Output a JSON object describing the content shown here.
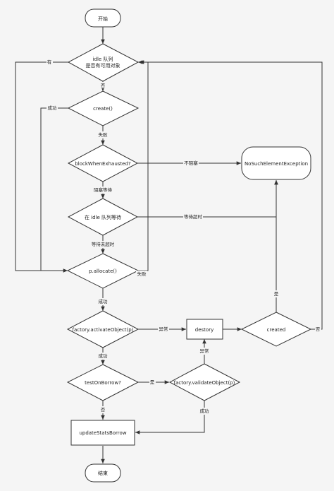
{
  "diagram": {
    "nodes": {
      "start": "开始",
      "idle_check_1": "idle 队列",
      "idle_check_2": "是否有可用对象",
      "create": "create()",
      "block_when_exhausted": "blockWhenExhausted?",
      "wait_in_idle": "在 idle 队列等待",
      "no_such_element": "NoSuchElementException",
      "allocate": "p.allocate()",
      "activate": "factory.activateObject(p)",
      "destory": "destory",
      "created": "created",
      "test_on_borrow": "testOnBorrow?",
      "validate": "factory.validateObject(p)",
      "update_stats": "updateStatsBorrow",
      "end": "结束"
    },
    "edge_labels": {
      "has": "有",
      "no_1": "否",
      "success_1": "成功",
      "fail_1": "失败",
      "not_block": "不阻塞",
      "block_wait": "阻塞等待",
      "wait_timeout": "等待超时",
      "wait_not_timeout": "等待未超时",
      "fail_2": "失败",
      "success_2": "成功",
      "exception_1": "异常",
      "yes_1": "是",
      "no_2": "否",
      "success_3": "成功",
      "yes_2": "是",
      "exception_2": "异常",
      "success_4": "成功",
      "no_3": "否"
    }
  }
}
